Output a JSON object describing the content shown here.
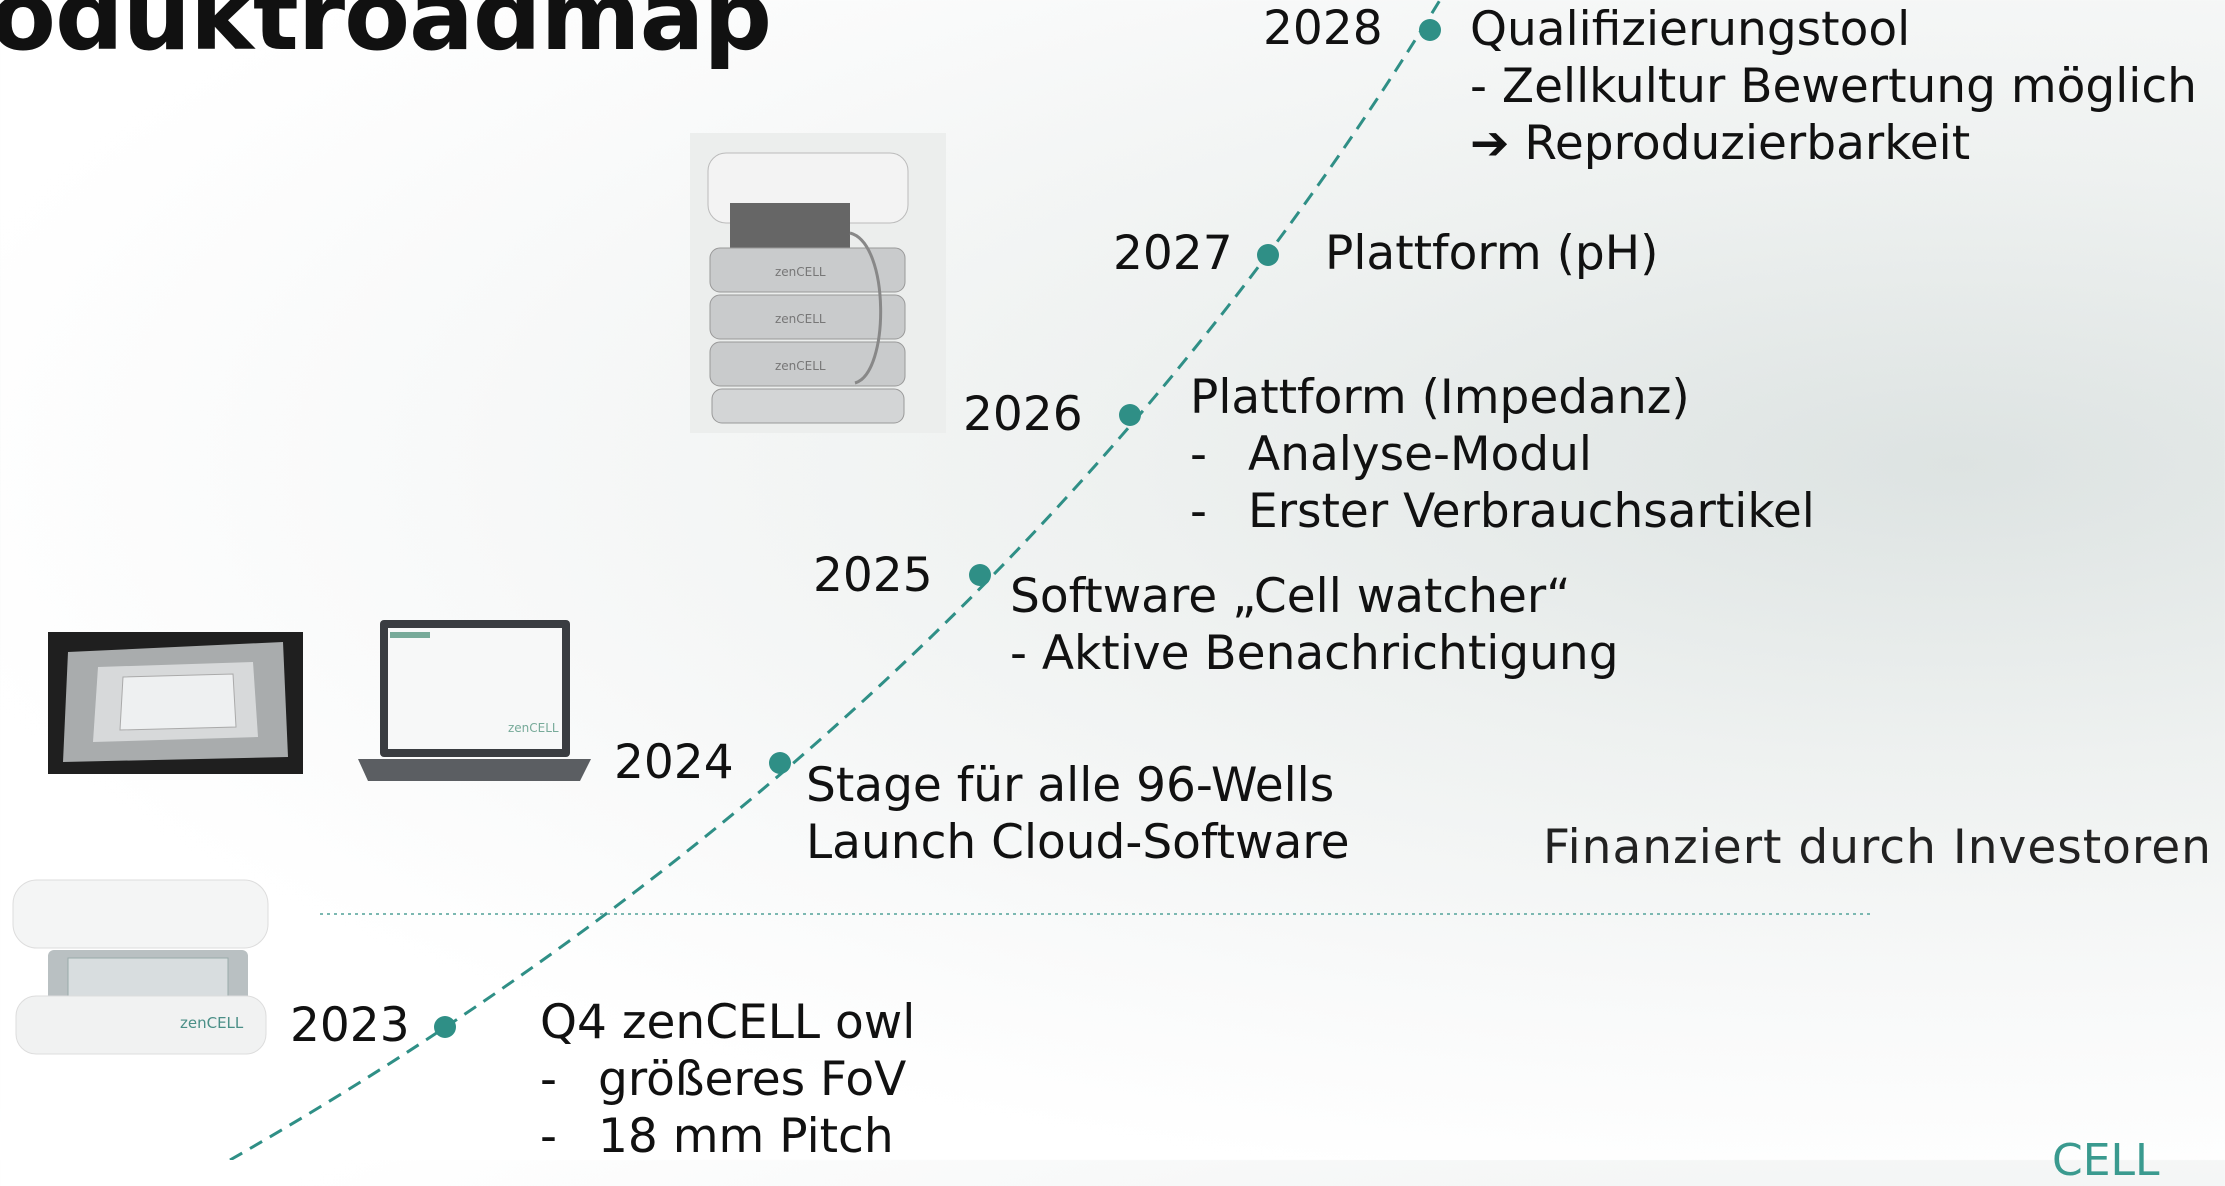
{
  "title": "oduktroadmap",
  "milestones": [
    {
      "year": "2023",
      "lines": [
        "Q4 zenCELL owl"
      ],
      "bullets": [
        "größeres FoV",
        "18 mm Pitch"
      ]
    },
    {
      "year": "2024",
      "lines": [
        "Stage für alle 96-Wells",
        "Launch Cloud-Software"
      ]
    },
    {
      "year": "2025",
      "lines": [
        "Software „Cell watcher“",
        "- Aktive Benachrichtigung"
      ]
    },
    {
      "year": "2026",
      "lines": [
        "Plattform (Impedanz)"
      ],
      "bullets": [
        "Analyse-Modul",
        "Erster Verbrauchsartikel"
      ]
    },
    {
      "year": "2027",
      "lines": [
        "Plattform (pH)"
      ]
    },
    {
      "year": "2028",
      "lines": [
        "Qualifizierungstool",
        "- Zellkultur Bewertung möglich",
        "➔ Reproduzierbarkeit"
      ]
    }
  ],
  "bullet_dash": "-",
  "funding_note": "Finanziert durch Investoren",
  "brand_text": "CELL",
  "laptop_brand": "zenCELL",
  "device_brand": "zenCELL",
  "stack_label": "zenCELL",
  "colors": {
    "accent": "#2f8f86",
    "separator": "#7bb8b1"
  }
}
